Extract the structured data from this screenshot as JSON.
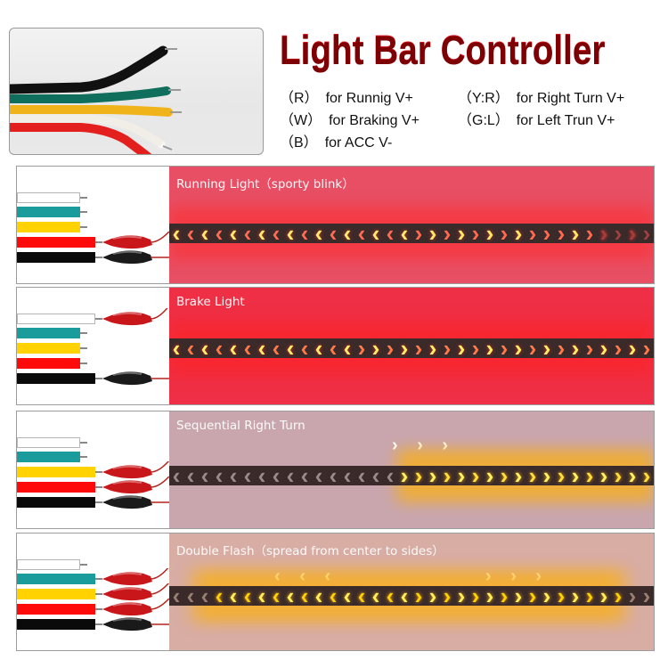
{
  "header": {
    "title": "Light Bar Controller",
    "title_color": "#c4090f",
    "wire_photo": {
      "wires": [
        "black",
        "green",
        "yellow",
        "white",
        "red"
      ]
    },
    "legend": [
      {
        "code": "（R）",
        "desc": "for Runnig V+"
      },
      {
        "code": "（W）",
        "desc": "for Braking V+"
      },
      {
        "code": "（B）",
        "desc": "for ACC V-"
      },
      {
        "code": "（Y:R）",
        "desc": "for Right Turn V+"
      },
      {
        "code": "（G:L）",
        "desc": "for Left Trun V+"
      }
    ]
  },
  "wire_colors": {
    "white": "#ffffff",
    "teal": "#1a9c9c",
    "yellow": "#ffd200",
    "red": "#ff0a0a",
    "black": "#0a0a0a"
  },
  "panels": [
    {
      "label": "Running Light（sporty blink）",
      "background": "#e84f64",
      "connected_wires": [
        "red",
        "black"
      ],
      "strip_color": "#ff2a2a",
      "mode": "running"
    },
    {
      "label": "Brake Light",
      "background": "#ef2f45",
      "connected_wires": [
        "white",
        "black"
      ],
      "strip_color": "#ff2020",
      "mode": "brake"
    },
    {
      "label": "Sequential Right Turn",
      "background": "#c9a6ae",
      "connected_wires": [
        "yellow",
        "red",
        "black"
      ],
      "strip_color": "#ffb000",
      "mode": "right-turn",
      "arrows": "› › ›"
    },
    {
      "label": "Double Flash（spread from center to sides）",
      "background": "#d8ada4",
      "connected_wires": [
        "teal",
        "yellow",
        "red",
        "black"
      ],
      "strip_color": "#ffb000",
      "mode": "double-flash",
      "arrows_left": "‹ ‹ ‹",
      "arrows_right": "› › ›"
    }
  ]
}
